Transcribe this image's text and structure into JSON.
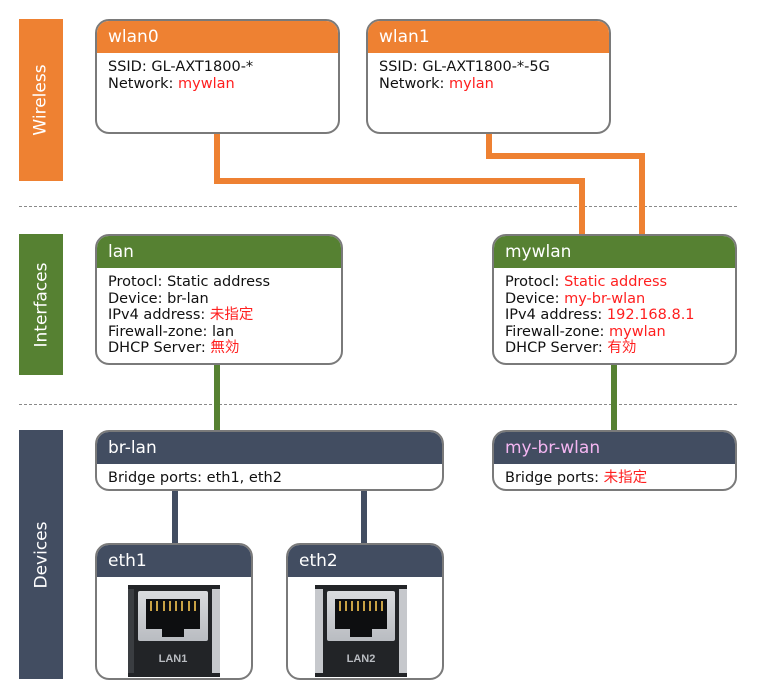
{
  "sections": {
    "wireless": "Wireless",
    "interfaces": "Interfaces",
    "devices": "Devices"
  },
  "colors": {
    "wireless": "#ee8132",
    "interfaces": "#568132",
    "devices": "#424d61",
    "highlight": "#ff1f1f",
    "device_name_highlight": "#f4b6f2"
  },
  "wlan0": {
    "title": "wlan0",
    "ssid_label": "SSID: ",
    "ssid": "GL-AXT1800-*",
    "network_label": "Network: ",
    "network": "mywlan"
  },
  "wlan1": {
    "title": "wlan1",
    "ssid_label": "SSID: ",
    "ssid": "GL-AXT1800-*-5G",
    "network_label": "Network: ",
    "network": "mylan"
  },
  "lan": {
    "title": "lan",
    "protocol_label": "Protocl: ",
    "protocol": "Static address",
    "device_label": "Device: ",
    "device": "br-lan",
    "ipv4_label": "IPv4 address: ",
    "ipv4": "未指定",
    "firewall_label": "Firewall-zone: ",
    "firewall": "lan",
    "dhcp_label": "DHCP Server: ",
    "dhcp": "無効"
  },
  "mywlan": {
    "title": "mywlan",
    "protocol_label": "Protocl: ",
    "protocol": "Static address",
    "device_label": "Device: ",
    "device": "my-br-wlan",
    "ipv4_label": "IPv4 address: ",
    "ipv4": "192.168.8.1",
    "firewall_label": "Firewall-zone: ",
    "firewall": "mywlan",
    "dhcp_label": "DHCP Server: ",
    "dhcp": "有効"
  },
  "br_lan": {
    "title": "br-lan",
    "ports_label": "Bridge ports: ",
    "ports": "eth1, eth2"
  },
  "my_br_wlan": {
    "title": "my-br-wlan",
    "ports_label": "Bridge ports: ",
    "ports": "未指定"
  },
  "eth1": {
    "title": "eth1",
    "port_label": "LAN1",
    "icon": "ethernet-port-icon"
  },
  "eth2": {
    "title": "eth2",
    "port_label": "LAN2",
    "icon": "ethernet-port-icon"
  }
}
